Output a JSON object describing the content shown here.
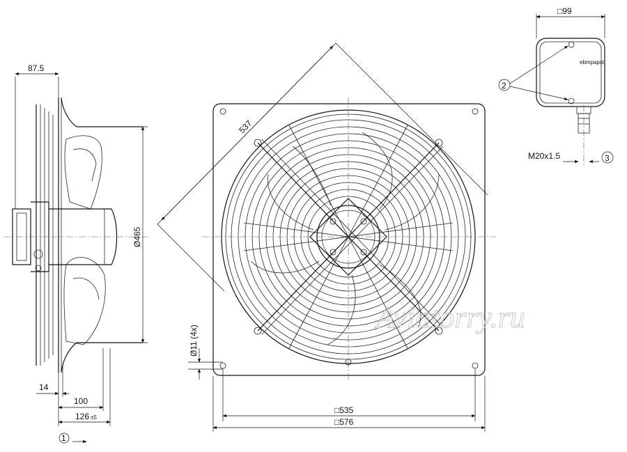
{
  "dimensions": {
    "depth_hub": "87.5",
    "diameter": "Ø465",
    "flange": "14",
    "depth_100": "100",
    "depth_126": "126",
    "depth_126_tol": "±5",
    "diagonal": "537",
    "hole": "Ø11 (4x)",
    "frame_inner": "□535",
    "frame_outer": "□576",
    "terminal_box": "□99",
    "thread": "M20x1.5"
  },
  "callouts": {
    "view": "1",
    "screws": "2",
    "gland": "3"
  },
  "brand": "ebmpapst",
  "watermark": "Aviatorry.ru"
}
